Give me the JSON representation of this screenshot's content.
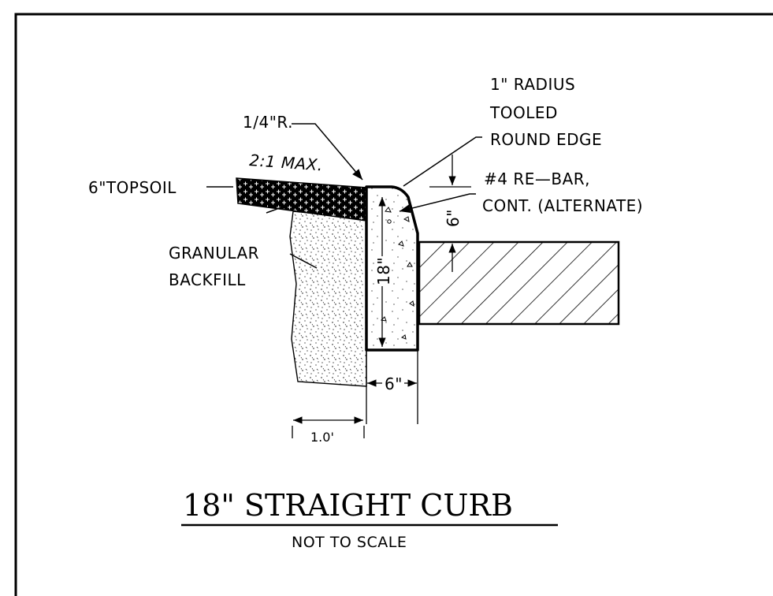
{
  "title": "18\" STRAIGHT CURB",
  "subtitle": "NOT TO SCALE",
  "labels": {
    "radius_line1": "1\" RADIUS",
    "radius_line2": "TOOLED",
    "radius_line3": "ROUND EDGE",
    "quarter_radius": "1/4\"R.",
    "slope": "2:1 MAX.",
    "topsoil": "6\"TOPSOIL",
    "rebar_line1": "#4 RE—BAR,",
    "rebar_line2": "CONT. (ALTERNATE)",
    "backfill_line1": "GRANULAR",
    "backfill_line2": "BACKFILL"
  },
  "dimensions": {
    "height": "18\"",
    "width": "6\"",
    "offset": "1.0'",
    "reveal": "6\""
  }
}
